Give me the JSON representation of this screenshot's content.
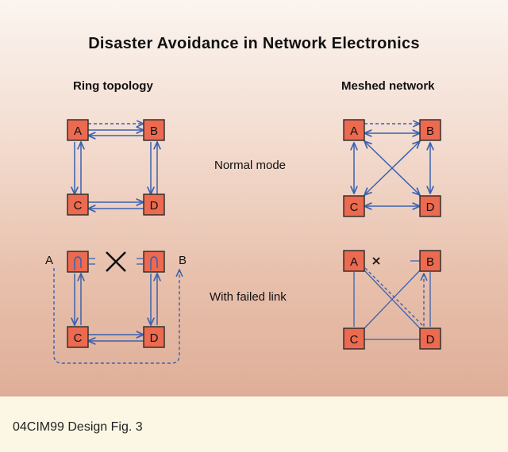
{
  "title": "Disaster Avoidance in Network Electronics",
  "ring_heading": "Ring topology",
  "mesh_heading": "Meshed network",
  "normal_label": "Normal mode",
  "failed_label": "With failed link",
  "outer_label_a": "A",
  "outer_label_b": "B",
  "caption": "04CIM99 Design Fig. 3",
  "node_labels": {
    "a": "A",
    "b": "B",
    "c": "C",
    "d": "D"
  },
  "colors": {
    "node_fill": "#ec6a4f",
    "link": "#3a62b0",
    "failure_mark": "#111111"
  }
}
